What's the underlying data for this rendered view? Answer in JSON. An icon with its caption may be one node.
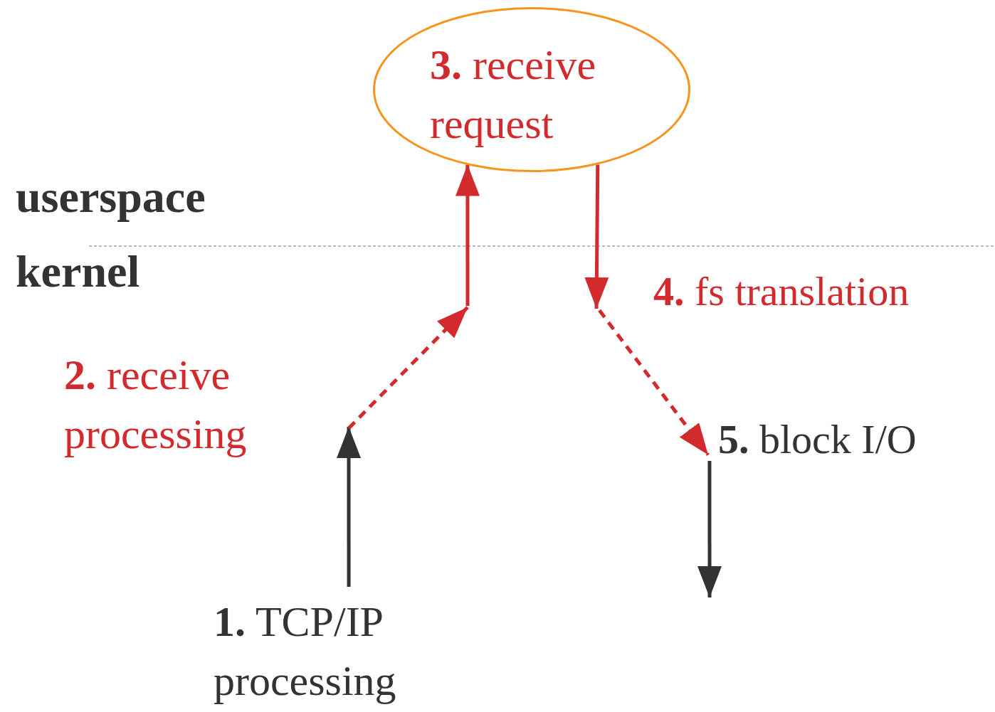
{
  "diagram": {
    "nodes": [
      {
        "text": [
          "**3.** receive request"
        ]
      },
      {
        "text": [
          "**1.** TCP/IP processing"
        ]
      },
      {
        "text": [
          "**4.** fs translation"
        ]
      },
      {
        "text": [
          "**5.** block I/O"
        ]
      }
    ],
    "edges": [
      {
        "from": 1,
        "to": null,
        "arrow": "to",
        "color": "#333333"
      },
      {
        "from": null,
        "to": 0,
        "arrow": "to",
        "style": "dashed",
        "label": "**2.** receive processing"
      },
      {
        "from": 0,
        "to": null,
        "arrow": "to"
      },
      {
        "from": 2,
        "to": 3,
        "arrow": "to",
        "style": "dashed"
      },
      {
        "from": 3,
        "to": null,
        "arrow": "to",
        "color": "#333333"
      }
    ],
    "labels": [
      "userspace",
      "kernel"
    ]
  }
}
